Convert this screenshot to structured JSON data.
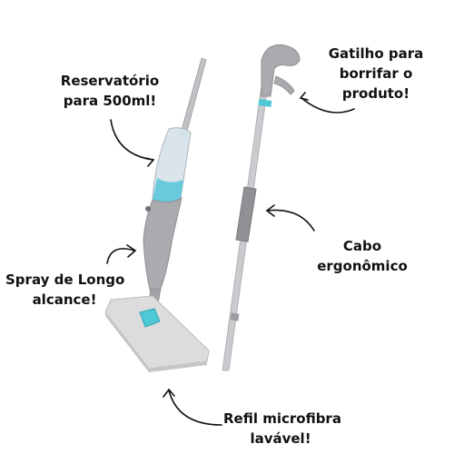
{
  "labels": {
    "reservoir": {
      "line1": "Reservatório",
      "line2": "para 500ml!"
    },
    "trigger": {
      "line1": "Gatilho para",
      "line2": "borrifar o",
      "line3": "produto!"
    },
    "handle": {
      "line1": "Cabo",
      "line2": "ergonômico"
    },
    "spray": {
      "line1": "Spray de Longo",
      "line2": "alcance!"
    },
    "refill": {
      "line1": "Refil microfibra",
      "line2": "lavável!"
    }
  },
  "colors": {
    "accent": "#4ec8d6",
    "body_gray": "#a9abae",
    "handle_silver": "#c9cbce",
    "pad_gray": "#dcdcdc",
    "text": "#111111"
  }
}
